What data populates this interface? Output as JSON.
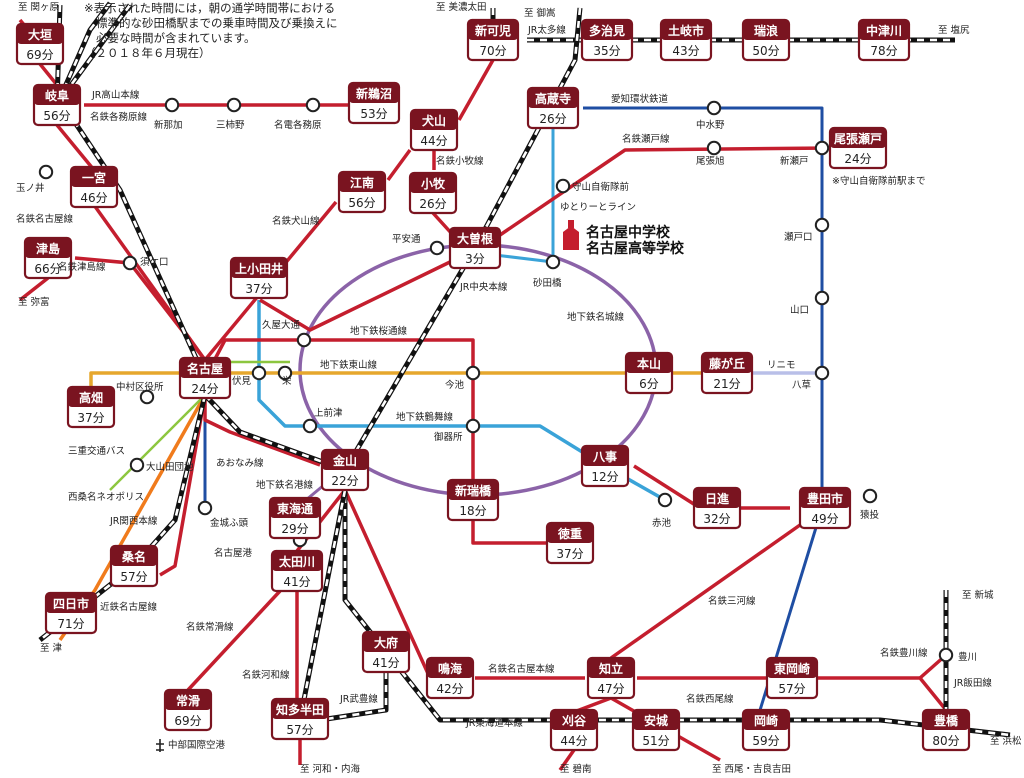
{
  "notes": [
    "※表示された時間には，朝の通学時間帯における",
    "標準的な砂田橋駅までの乗車時間及び乗換えに",
    "必要な時間が含まれています。",
    "（２０１８年６月現在）"
  ],
  "school": {
    "line1": "名古屋中学校",
    "line2": "名古屋高等学校"
  },
  "stations": [
    {
      "id": "ogaki",
      "name": "大垣",
      "time": "69分"
    },
    {
      "id": "gifu",
      "name": "岐阜",
      "time": "56分"
    },
    {
      "id": "ichinomiya",
      "name": "一宮",
      "time": "46分"
    },
    {
      "id": "tsushima",
      "name": "津島",
      "time": "66分"
    },
    {
      "id": "nagoya",
      "name": "名古屋",
      "time": "24分"
    },
    {
      "id": "takabata",
      "name": "高畑",
      "time": "37分"
    },
    {
      "id": "kuwana",
      "name": "桑名",
      "time": "57分"
    },
    {
      "id": "yokkaichi",
      "name": "四日市",
      "time": "71分"
    },
    {
      "id": "shinunuma",
      "name": "新鵜沼",
      "time": "53分"
    },
    {
      "id": "kanidake",
      "name": "新可児",
      "time": "70分"
    },
    {
      "id": "tajimi",
      "name": "多治見",
      "time": "35分"
    },
    {
      "id": "tokishi",
      "name": "土岐市",
      "time": "43分"
    },
    {
      "id": "mizunami",
      "name": "瑞浪",
      "time": "50分"
    },
    {
      "id": "nakatsugawa",
      "name": "中津川",
      "time": "78分"
    },
    {
      "id": "inuyama",
      "name": "犬山",
      "time": "44分"
    },
    {
      "id": "konan",
      "name": "江南",
      "time": "56分"
    },
    {
      "id": "komaki",
      "name": "小牧",
      "time": "26分"
    },
    {
      "id": "kozoji",
      "name": "高蔵寺",
      "time": "26分"
    },
    {
      "id": "owariseto",
      "name": "尾張瀬戸",
      "time": "24分"
    },
    {
      "id": "ozone",
      "name": "大曽根",
      "time": "3分"
    },
    {
      "id": "kamiotai",
      "name": "上小田井",
      "time": "37分"
    },
    {
      "id": "motoyama",
      "name": "本山",
      "time": "6分"
    },
    {
      "id": "fujigaoka",
      "name": "藤が丘",
      "time": "21分"
    },
    {
      "id": "yagoto",
      "name": "八事",
      "time": "12分"
    },
    {
      "id": "kanayama",
      "name": "金山",
      "time": "22分"
    },
    {
      "id": "aratama",
      "name": "新瑞橋",
      "time": "18分"
    },
    {
      "id": "tokushige",
      "name": "徳重",
      "time": "37分"
    },
    {
      "id": "nisshin",
      "name": "日進",
      "time": "32分"
    },
    {
      "id": "toyotashi",
      "name": "豊田市",
      "time": "49分"
    },
    {
      "id": "higashiyamato",
      "name": "東海通",
      "time": "29分"
    },
    {
      "id": "otagawa",
      "name": "太田川",
      "time": "41分"
    },
    {
      "id": "obu",
      "name": "大府",
      "time": "41分"
    },
    {
      "id": "narumi",
      "name": "鳴海",
      "time": "42分"
    },
    {
      "id": "chiryu",
      "name": "知立",
      "time": "47分"
    },
    {
      "id": "higashiokazaki",
      "name": "東岡崎",
      "time": "57分"
    },
    {
      "id": "tokoname",
      "name": "常滑",
      "time": "69分"
    },
    {
      "id": "chitahanda",
      "name": "知多半田",
      "time": "57分"
    },
    {
      "id": "kariya",
      "name": "刈谷",
      "time": "44分"
    },
    {
      "id": "anjo",
      "name": "安城",
      "time": "51分"
    },
    {
      "id": "okazaki",
      "name": "岡崎",
      "time": "59分"
    },
    {
      "id": "toyohashi",
      "name": "豊橋",
      "time": "80分"
    }
  ],
  "labels": [
    {
      "id": "to-sekigahara",
      "text": "至 関ヶ原"
    },
    {
      "id": "to-minoota",
      "text": "至 美濃太田"
    },
    {
      "id": "to-mitake",
      "text": "至 御嵩"
    },
    {
      "id": "jr-taita",
      "text": "JR太多線"
    },
    {
      "id": "to-shiojiri",
      "text": "至 塩尻"
    },
    {
      "id": "jr-takayama",
      "text": "JR高山本線"
    },
    {
      "id": "meitetsu-kakamigahara",
      "text": "名鉄各務原線"
    },
    {
      "id": "shinnaka",
      "text": "新那加"
    },
    {
      "id": "mikakino",
      "text": "三柿野"
    },
    {
      "id": "meidenkakamigahara",
      "text": "名電各務原"
    },
    {
      "id": "aikan",
      "text": "愛知環状鉄道"
    },
    {
      "id": "nakamizuno",
      "text": "中水野"
    },
    {
      "id": "meitetsu-seto",
      "text": "名鉄瀬戸線"
    },
    {
      "id": "owariasahi",
      "text": "尾張旭"
    },
    {
      "id": "shinseto",
      "text": "新瀬戸"
    },
    {
      "id": "moriyama-note",
      "text": "※守山自衛隊前駅まで"
    },
    {
      "id": "tamanoi",
      "text": "玉ノ井"
    },
    {
      "id": "meitetsu-komaki",
      "text": "名鉄小牧線"
    },
    {
      "id": "moriyama",
      "text": "守山自衛隊前"
    },
    {
      "id": "yutorito",
      "text": "ゆとりーとライン"
    },
    {
      "id": "meitetsu-nagoyahonsen",
      "text": "名鉄名古屋線"
    },
    {
      "id": "meitetsu-inuyama",
      "text": "名鉄犬山線"
    },
    {
      "id": "hiyashidori",
      "text": "平安通"
    },
    {
      "id": "setoguchi",
      "text": "瀬戸口"
    },
    {
      "id": "meitetsu-tsushima",
      "text": "名鉄津島線"
    },
    {
      "id": "sukaguchi",
      "text": "須ケ口"
    },
    {
      "id": "to-yatomi",
      "text": "至 弥富"
    },
    {
      "id": "sunadabashi",
      "text": "砂田橋"
    },
    {
      "id": "jr-chuo",
      "text": "JR中央本線"
    },
    {
      "id": "subway-meijo",
      "text": "地下鉄名城線"
    },
    {
      "id": "yamaguchi",
      "text": "山口"
    },
    {
      "id": "hisaya",
      "text": "久屋大通"
    },
    {
      "id": "subway-sakuradori",
      "text": "地下鉄桜通線"
    },
    {
      "id": "nakamura",
      "text": "中村区役所"
    },
    {
      "id": "fushimi",
      "text": "伏見"
    },
    {
      "id": "sakae",
      "text": "栄"
    },
    {
      "id": "subway-higashiyama",
      "text": "地下鉄東山線"
    },
    {
      "id": "imaike",
      "text": "今池"
    },
    {
      "id": "linimo",
      "text": "リニモ"
    },
    {
      "id": "yakusa",
      "text": "八草"
    },
    {
      "id": "kamimaezu",
      "text": "上前津"
    },
    {
      "id": "subway-tsurumai",
      "text": "地下鉄鶴舞線"
    },
    {
      "id": "gokiso",
      "text": "御器所"
    },
    {
      "id": "mie-bus",
      "text": "三重交通バス"
    },
    {
      "id": "oyamadadanchi",
      "text": "大山田団地"
    },
    {
      "id": "seibu-nagoya",
      "text": "西桑名ネオポリス"
    },
    {
      "id": "aonami",
      "text": "あおなみ線"
    },
    {
      "id": "subway-meiko",
      "text": "地下鉄名港線"
    },
    {
      "id": "akaike",
      "text": "赤池"
    },
    {
      "id": "sanage",
      "text": "猿投"
    },
    {
      "id": "jr-kansai",
      "text": "JR関西本線"
    },
    {
      "id": "kinjofuto",
      "text": "金城ふ頭"
    },
    {
      "id": "nagoyako",
      "text": "名古屋港"
    },
    {
      "id": "kintetsu",
      "text": "近鉄名古屋線"
    },
    {
      "id": "meitetsu-mikawa",
      "text": "名鉄三河線"
    },
    {
      "id": "to-shinshiro",
      "text": "至 新城"
    },
    {
      "id": "to-tsu",
      "text": "至 津"
    },
    {
      "id": "meitetsu-tokoname",
      "text": "名鉄常滑線"
    },
    {
      "id": "meitetsu-kowa",
      "text": "名鉄河和線"
    },
    {
      "id": "jr-taketoyo",
      "text": "JR武豊線"
    },
    {
      "id": "meitetsu-toyokawa",
      "text": "名鉄豊川線"
    },
    {
      "id": "toyokawa",
      "text": "豊川"
    },
    {
      "id": "jr-iida",
      "text": "JR飯田線"
    },
    {
      "id": "meitetsu-nagoyahon2",
      "text": "名鉄名古屋本線"
    },
    {
      "id": "meitetsu-nishio",
      "text": "名鉄西尾線"
    },
    {
      "id": "jr-tokaido",
      "text": "JR東海道本線"
    },
    {
      "id": "centrair",
      "text": "中部国際空港"
    },
    {
      "id": "to-kowa",
      "text": "至 河和・内海"
    },
    {
      "id": "to-hekinan",
      "text": "至 碧南"
    },
    {
      "id": "to-nishio",
      "text": "至 西尾・吉良吉田"
    },
    {
      "id": "to-hamamatsu",
      "text": "至 浜松"
    }
  ],
  "colors": {
    "meitetsu": "#c41e2e",
    "jr": "#111111",
    "meijo": "#8b63a8",
    "higashiyama": "#e6a72d",
    "tsurumai": "#3aa3d8",
    "aikan": "#1f4ea3",
    "kintetsu": "#f07b1c",
    "linimo": "#b9bfe8",
    "bus": "#8cc63f",
    "station": "#7a1420"
  }
}
